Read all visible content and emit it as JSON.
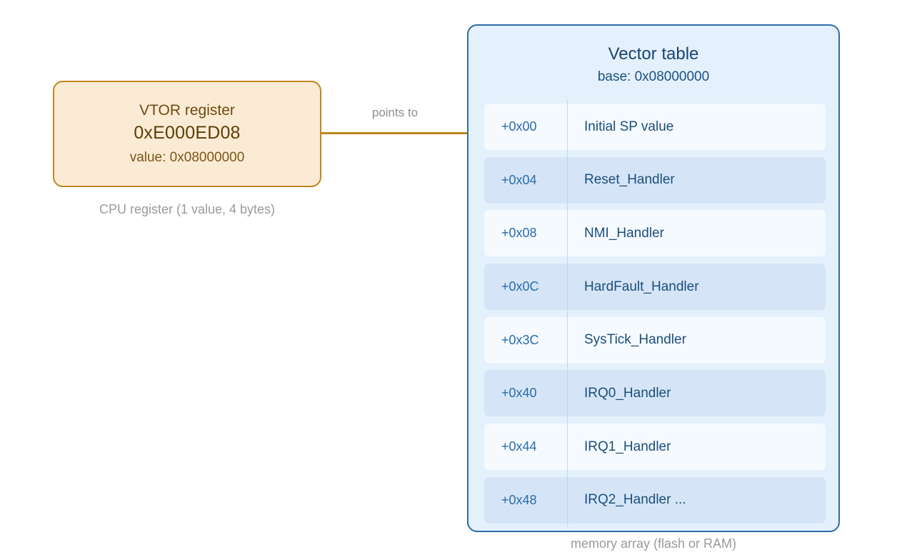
{
  "register": {
    "title": "VTOR register",
    "address": "0xE000ED08",
    "value_label": "value: 0x08000000",
    "caption": "CPU register (1 value, 4 bytes)",
    "border_color": "#c0861e",
    "fill_color": "#fcebd4",
    "text_color": "#6e4a10"
  },
  "connector": {
    "label": "points to",
    "color": "#bd861d"
  },
  "vector_table": {
    "title": "Vector table",
    "base": "base: 0x08000000",
    "caption": "memory array (flash or RAM)",
    "border_color": "#2f6ca5",
    "fill_color": "#e4f0fb",
    "row_color_odd": "#f5faff",
    "row_color_even": "#d5e5f7",
    "offset_text_color": "#2a6bab",
    "name_text_color": "#1c4e7a",
    "rows": [
      {
        "offset": "+0x00",
        "name": "Initial SP value"
      },
      {
        "offset": "+0x04",
        "name": "Reset_Handler"
      },
      {
        "offset": "+0x08",
        "name": "NMI_Handler"
      },
      {
        "offset": "+0x0C",
        "name": "HardFault_Handler"
      },
      {
        "offset": "+0x3C",
        "name": "SysTick_Handler"
      },
      {
        "offset": "+0x40",
        "name": "IRQ0_Handler"
      },
      {
        "offset": "+0x44",
        "name": "IRQ1_Handler"
      },
      {
        "offset": "+0x48",
        "name": "IRQ2_Handler ..."
      }
    ]
  }
}
